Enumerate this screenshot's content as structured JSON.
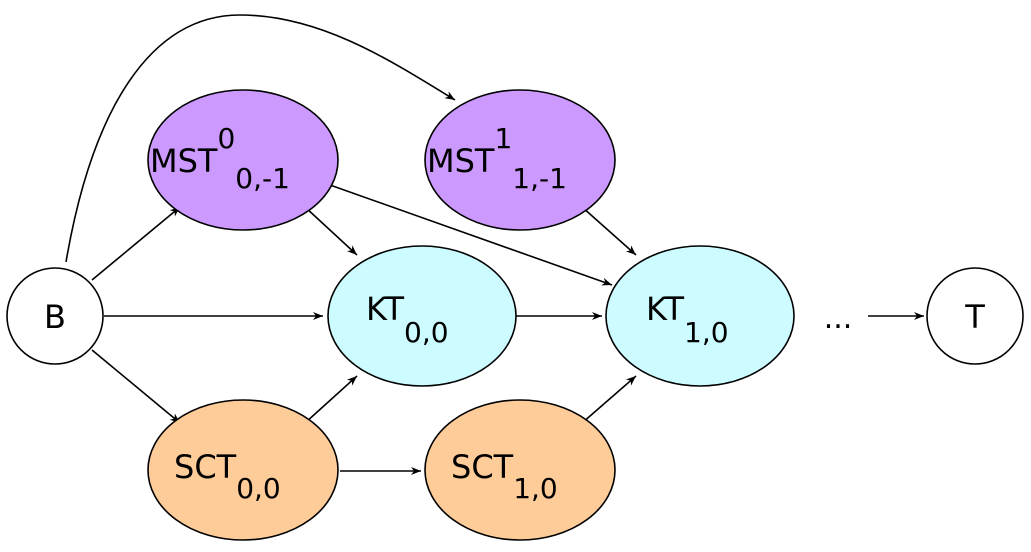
{
  "colors": {
    "mst": "#cc99ff",
    "kt": "#ccfcff",
    "sct": "#fdcc99",
    "terminal": "#ffffff",
    "stroke": "#000000"
  },
  "nodes": {
    "B": {
      "label": "B"
    },
    "T": {
      "label": "T"
    },
    "MST0": {
      "base": "MST",
      "sup": "0",
      "sub": "0,-1"
    },
    "MST1": {
      "base": "MST",
      "sup": "1",
      "sub": "1,-1"
    },
    "KT00": {
      "base": "KT",
      "sub": "0,0"
    },
    "KT10": {
      "base": "KT",
      "sub": "1,0"
    },
    "SCT00": {
      "base": "SCT",
      "sub": "0,0"
    },
    "SCT10": {
      "base": "SCT",
      "sub": "1,0"
    }
  },
  "ellipsis": "...",
  "edges": [
    [
      "B",
      "MST1"
    ],
    [
      "B",
      "MST0"
    ],
    [
      "B",
      "KT00"
    ],
    [
      "B",
      "SCT00"
    ],
    [
      "MST0",
      "KT00"
    ],
    [
      "MST0",
      "KT10"
    ],
    [
      "MST1",
      "KT10"
    ],
    [
      "KT00",
      "KT10"
    ],
    [
      "SCT00",
      "KT00"
    ],
    [
      "SCT00",
      "SCT10"
    ],
    [
      "SCT10",
      "KT10"
    ],
    [
      "ellipsis",
      "T"
    ]
  ]
}
